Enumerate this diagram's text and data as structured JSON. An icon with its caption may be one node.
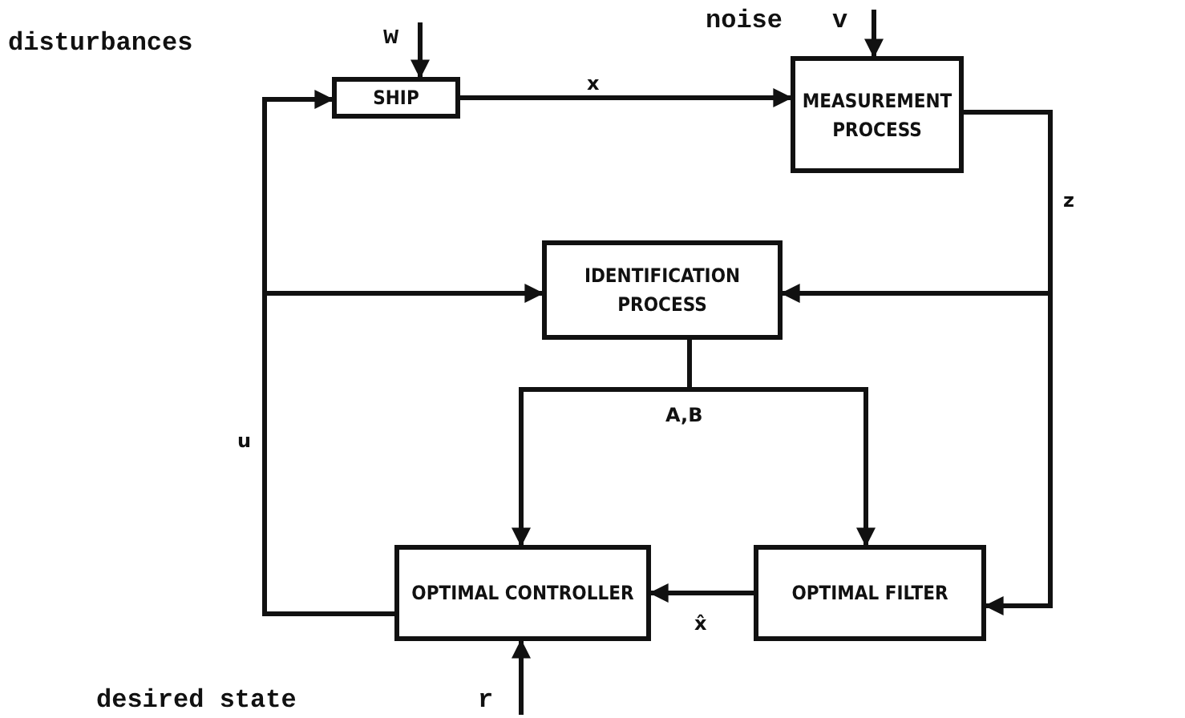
{
  "diagram": {
    "nodes": [
      {
        "text": [
          "SHIP"
        ]
      },
      {
        "text": [
          "MEASUREMENT PROCESS"
        ]
      },
      {
        "text": [
          "IDENTIFICATION PROCESS"
        ]
      },
      {
        "text": [
          "OPTIMAL CONTROLLER"
        ]
      },
      {
        "text": [
          "OPTIMAL FILTER"
        ]
      }
    ],
    "edges": [
      {
        "from": null,
        "to": 0,
        "arrow": "to",
        "label": "w"
      },
      {
        "from": null,
        "to": 1,
        "arrow": "to",
        "label": "v"
      },
      {
        "from": null,
        "to": 3,
        "arrow": "to",
        "label": "r"
      },
      {
        "from": 0,
        "to": 1,
        "arrow": "to",
        "label": "x"
      },
      {
        "from": 1,
        "to": 2,
        "arrow": "to",
        "label": "z"
      },
      {
        "from": 1,
        "to": 4,
        "arrow": "to"
      },
      {
        "from": 2,
        "to": 3,
        "arrow": "to",
        "label": "A,B"
      },
      {
        "from": 2,
        "to": 4,
        "arrow": "to"
      },
      {
        "from": 4,
        "to": 3,
        "arrow": "to",
        "label": "x̂"
      },
      {
        "from": 3,
        "to": 0,
        "arrow": "to",
        "label": "u"
      },
      {
        "from": 3,
        "to": 2,
        "arrow": "to"
      }
    ],
    "labels": [
      "disturbances",
      "noise",
      "desired state"
    ]
  }
}
